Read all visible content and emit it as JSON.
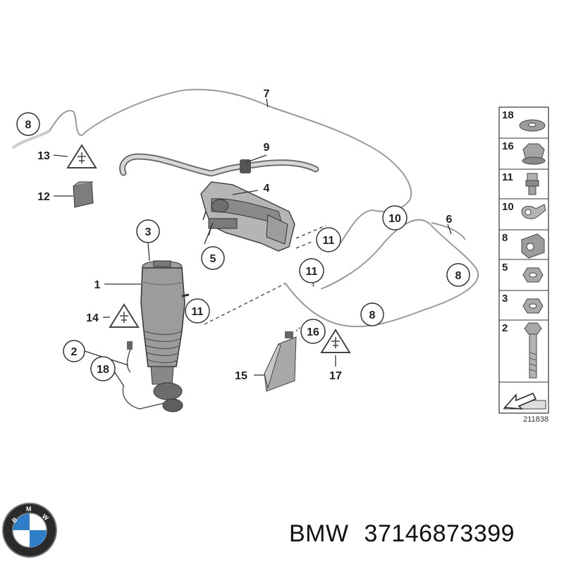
{
  "callouts": {
    "c1": "1",
    "c2": "2",
    "c3": "3",
    "c4": "4",
    "c5": "5",
    "c6": "6",
    "c7": "7",
    "c8a": "8",
    "c8b": "8",
    "c8c": "8",
    "c9": "9",
    "c10": "10",
    "c11a": "11",
    "c11b": "11",
    "c11c": "11",
    "c12": "12",
    "c13": "13",
    "c14": "14",
    "c15": "15",
    "c16": "16",
    "c17": "17",
    "c18": "18"
  },
  "legend": {
    "items": [
      "18",
      "16",
      "11",
      "10",
      "8",
      "5",
      "3",
      "2"
    ],
    "drawing_id": "211838"
  },
  "footer": {
    "brand": "BMW",
    "part_number": "37146873399",
    "logo_icon": "bmw-roundel-icon"
  }
}
